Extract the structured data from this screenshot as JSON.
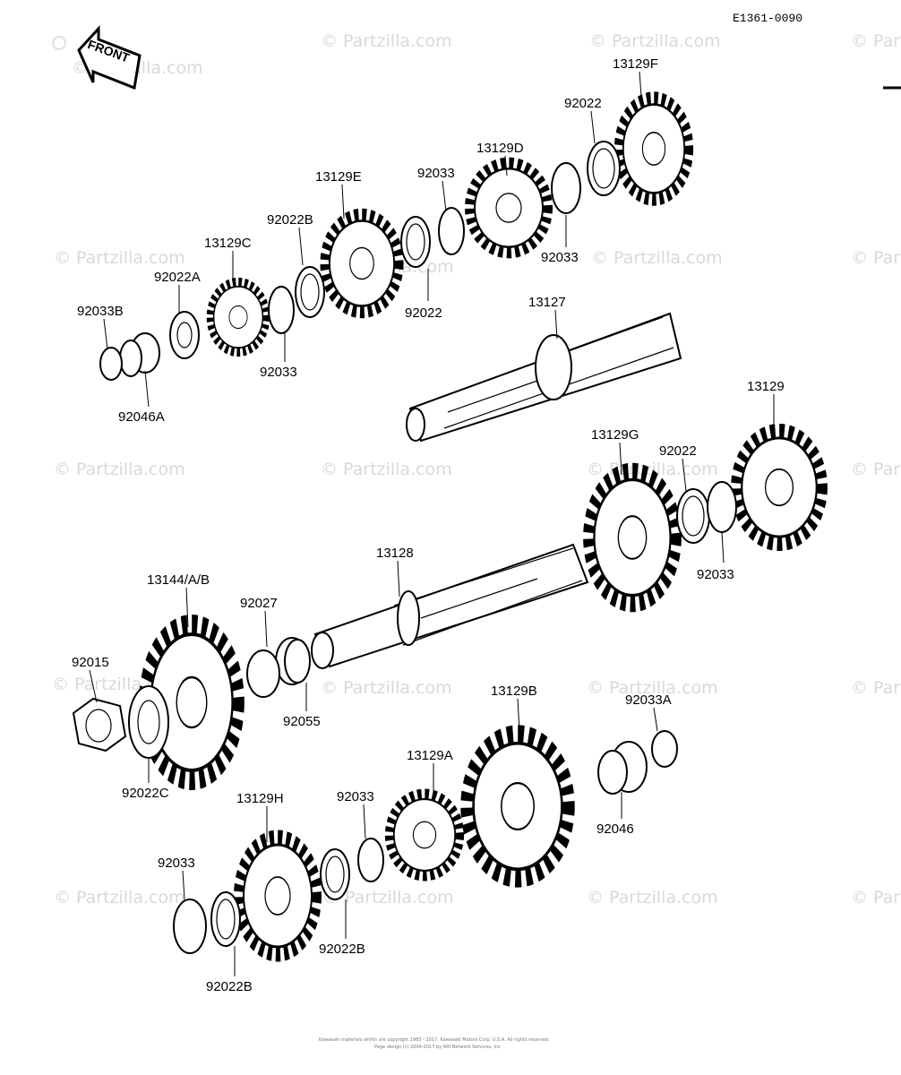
{
  "diagram": {
    "reference_code": "E1361-0090",
    "front_label": "FRONT",
    "watermark_text": "© Partzilla.com",
    "footer_lines": [
      "Kawasaki materials within are copyright 1983 - 2017, Kawasaki Motors Corp. U.S.A. All rights reserved.",
      "Page design (c) 2004-2017 by ARI Network Services, Inc."
    ],
    "parts": [
      {
        "id": "13129F"
      },
      {
        "id": "92022"
      },
      {
        "id": "13129D"
      },
      {
        "id": "92033"
      },
      {
        "id": "92033"
      },
      {
        "id": "13129E"
      },
      {
        "id": "92022B"
      },
      {
        "id": "92022"
      },
      {
        "id": "13129C"
      },
      {
        "id": "92022A"
      },
      {
        "id": "92033B"
      },
      {
        "id": "92033"
      },
      {
        "id": "92046A"
      },
      {
        "id": "13127"
      },
      {
        "id": "13129"
      },
      {
        "id": "13129G"
      },
      {
        "id": "92022"
      },
      {
        "id": "92033"
      },
      {
        "id": "13128"
      },
      {
        "id": "13144/A/B"
      },
      {
        "id": "92027"
      },
      {
        "id": "92015"
      },
      {
        "id": "92055"
      },
      {
        "id": "13129B"
      },
      {
        "id": "92033A"
      },
      {
        "id": "92022C"
      },
      {
        "id": "13129A"
      },
      {
        "id": "92046"
      },
      {
        "id": "13129H"
      },
      {
        "id": "92033"
      },
      {
        "id": "92033"
      },
      {
        "id": "92022B"
      },
      {
        "id": "92022B"
      }
    ]
  }
}
